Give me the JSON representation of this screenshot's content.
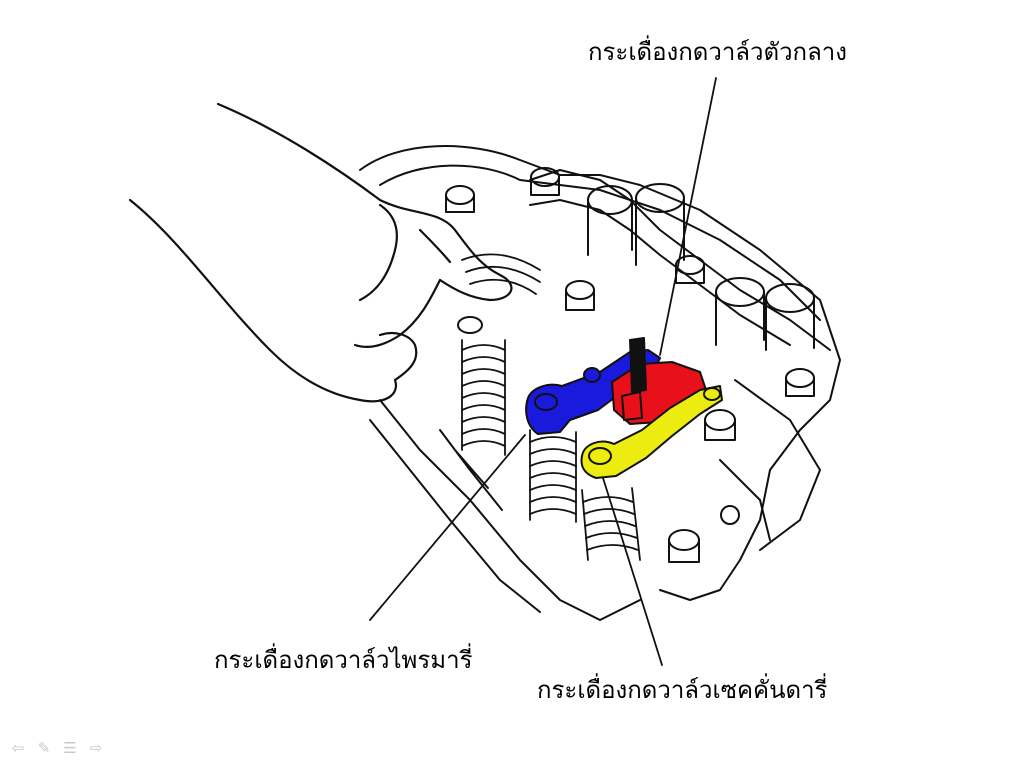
{
  "labels": {
    "center_rocker_arm": "กระเดื่องกดวาล์วตัวกลาง",
    "primary_rocker_arm": "กระเดื่องกดวาล์วไพรมารี่",
    "secondary_rocker_arm": "กระเดื่องกดวาล์วเซคคั่นดารี่"
  },
  "colors": {
    "primary_rocker_arm": "#1a1adc",
    "center_rocker_arm": "#e8101a",
    "secondary_rocker_arm": "#ecec10",
    "line_art": "#111111",
    "background": "#ffffff"
  },
  "nav": {
    "previous_icon": "arrow-left-icon",
    "pen_icon": "pen-icon",
    "menu_icon": "menu-icon",
    "next_icon": "arrow-right-icon"
  }
}
